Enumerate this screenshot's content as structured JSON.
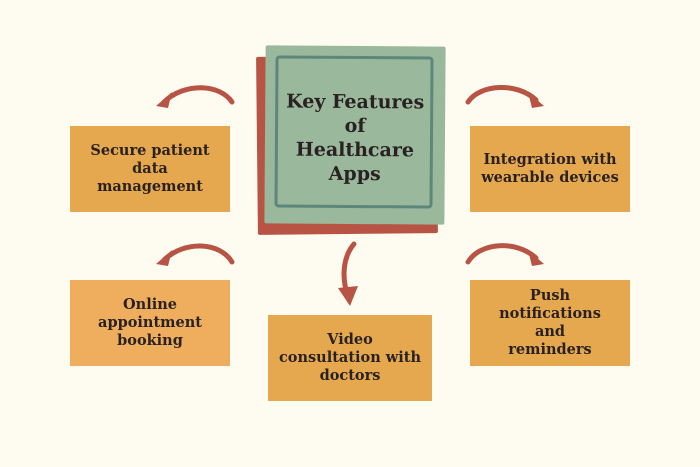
{
  "title": "Key Features of Healthcare Apps",
  "title_lines": [
    "Key Features",
    "of",
    "Healthcare",
    "Apps"
  ],
  "features": [
    {
      "label": "Secure patient data management"
    },
    {
      "label": "Integration with wearable devices"
    },
    {
      "label": "Online appointment booking"
    },
    {
      "label": "Video consultation with doctors"
    },
    {
      "label": "Push notifications and reminders"
    }
  ],
  "colors": {
    "background": "#fefbf0",
    "center_box": "#9ab89b",
    "center_border": "#5e877c",
    "center_shadow": "#b85444",
    "card": "#e6a84f",
    "arrow": "#b85444",
    "text": "#2a2222"
  }
}
